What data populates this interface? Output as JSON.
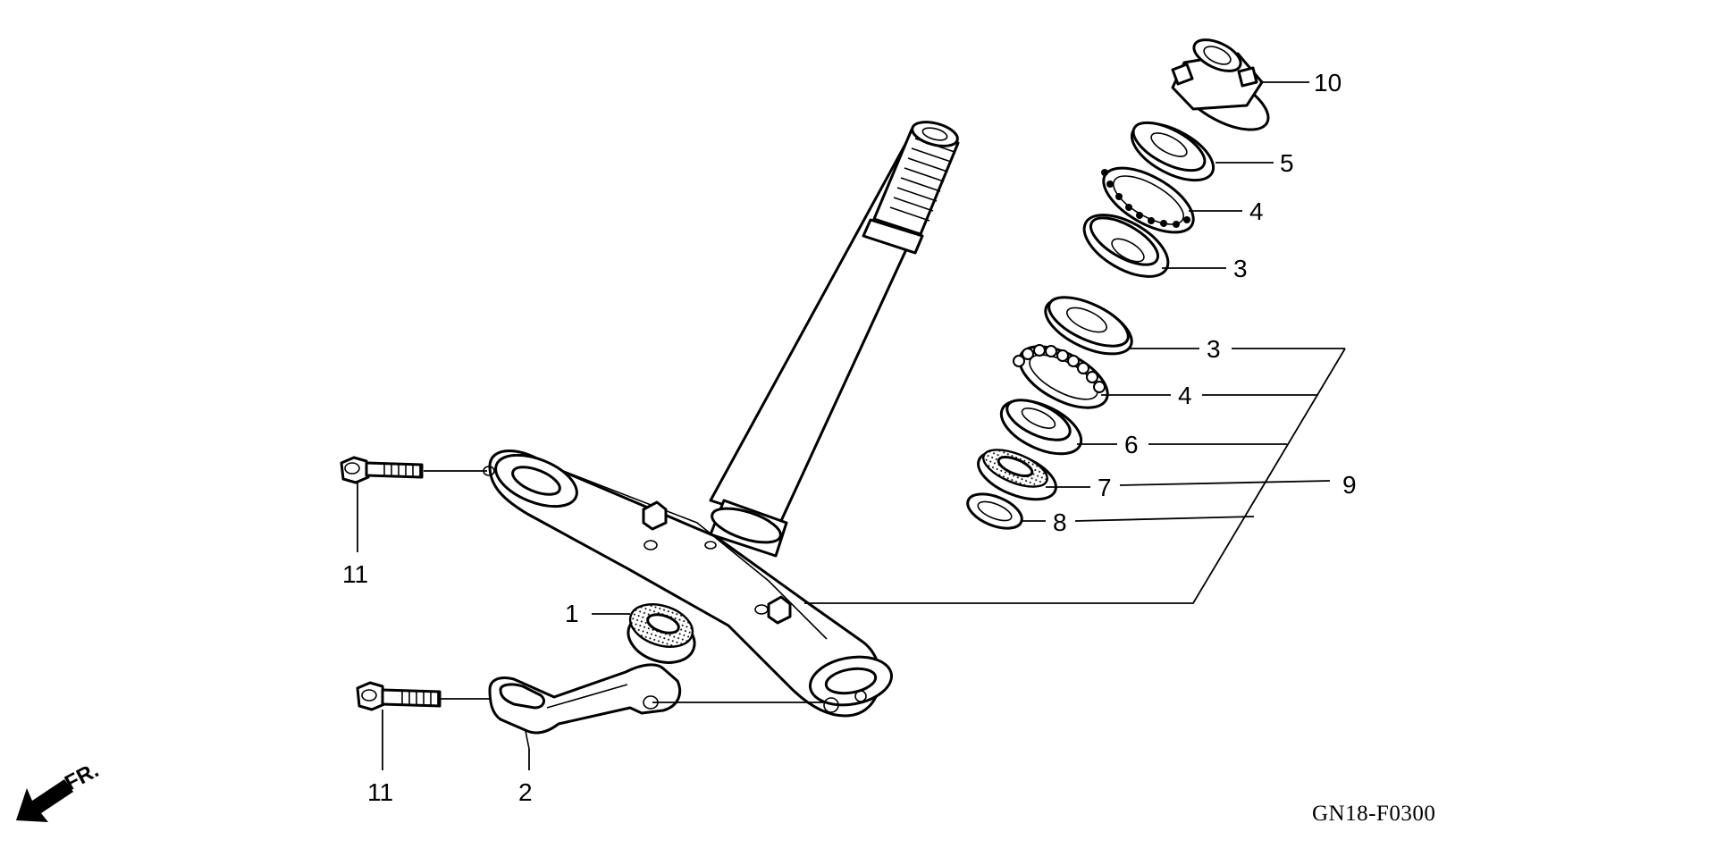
{
  "diagram": {
    "callouts": {
      "c1": "1",
      "c2": "2",
      "c3a": "3",
      "c3b": "3",
      "c4a": "4",
      "c4b": "4",
      "c5": "5",
      "c6": "6",
      "c7": "7",
      "c8": "8",
      "c9": "9",
      "c10": "10",
      "c11a": "11",
      "c11b": "11"
    },
    "direction_label": "FR.",
    "figure_code": "GN18-F0300"
  }
}
